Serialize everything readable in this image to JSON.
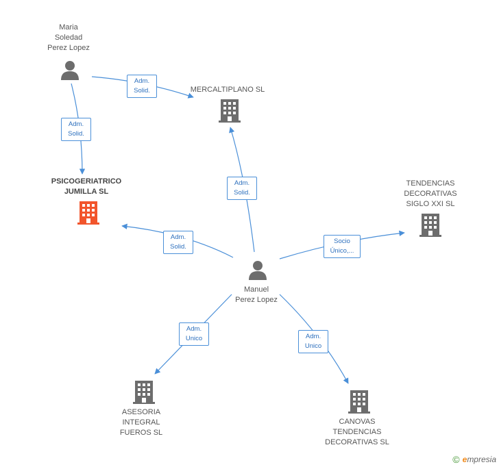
{
  "nodes": {
    "maria": {
      "label": "Maria\nSoledad\nPerez Lopez"
    },
    "mercaltiplano": {
      "label": "MERCALTIPLANO SL"
    },
    "psicogeriatrico": {
      "label": "PSICOGERIATRICO\nJUMILLA SL"
    },
    "tendencias": {
      "label": "TENDENCIAS\nDECORATIVAS\nSIGLO XXI  SL"
    },
    "manuel": {
      "label": "Manuel\nPerez Lopez"
    },
    "asesoria": {
      "label": "ASESORIA\nINTEGRAL\nFUEROS SL"
    },
    "canovas": {
      "label": "CANOVAS\nTENDENCIAS\nDECORATIVAS SL"
    }
  },
  "edges": {
    "maria_mercaltiplano": "Adm.\nSolid.",
    "maria_psicogeriatrico": "Adm.\nSolid.",
    "manuel_mercaltiplano": "Adm.\nSolid.",
    "manuel_psicogeriatrico": "Adm.\nSolid.",
    "manuel_tendencias": "Socio\nÚnico,...",
    "manuel_asesoria": "Adm.\nUnico",
    "manuel_canovas": "Adm.\nUnico"
  },
  "footer": {
    "copyright_symbol": "©",
    "brand_initial": "e",
    "brand_rest": "mpresia"
  },
  "colors": {
    "edge": "#4a8fd8",
    "person": "#6d6d6d",
    "company": "#6d6d6d",
    "company_highlight": "#f2552c"
  }
}
